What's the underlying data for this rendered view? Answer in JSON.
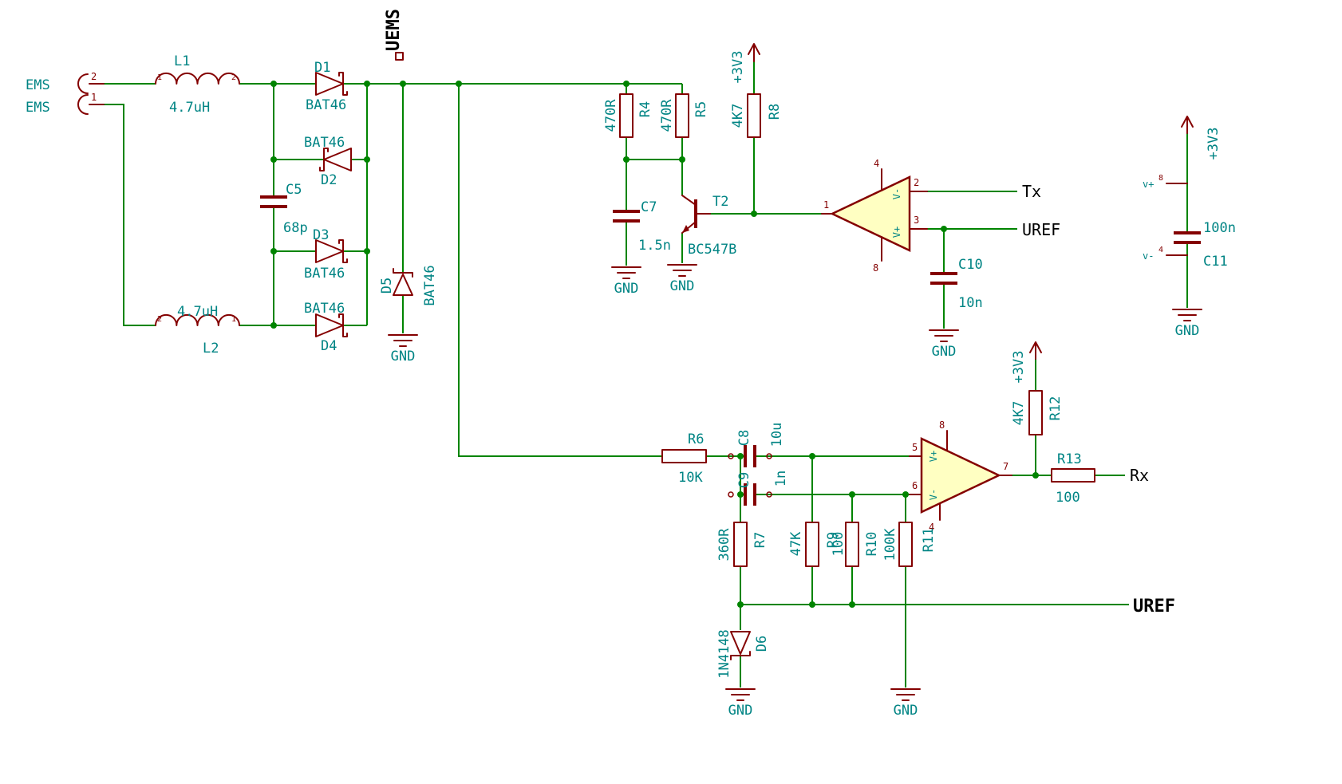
{
  "colors": {
    "wire": "#008400",
    "symbol": "#840000",
    "value": "#008484",
    "label": "#000000",
    "body_fill": "#ffffc2",
    "background": "#ffffff"
  },
  "nets": {
    "uems": "UEMS",
    "tx": "Tx",
    "uref": "UREF",
    "rx": "Rx",
    "uref2": "UREF"
  },
  "power": {
    "v33": "+3V3",
    "gnd": "GND"
  },
  "connector": {
    "label_top": "EMS",
    "label_bottom": "EMS",
    "pin_top": "2",
    "pin_bottom": "1"
  },
  "inductors": {
    "L1": {
      "name": "L1",
      "value": "4.7uH",
      "pin_left": "1",
      "pin_right": "2"
    },
    "L2": {
      "name": "L2",
      "value": "4.7uH",
      "pin_left": "2",
      "pin_right": "1"
    }
  },
  "diodes": {
    "D1": {
      "name": "D1",
      "value": "BAT46"
    },
    "D2": {
      "name": "D2",
      "value": "BAT46"
    },
    "D3": {
      "name": "D3",
      "value": "BAT46"
    },
    "D4": {
      "name": "D4",
      "value": "BAT46"
    },
    "D5": {
      "name": "D5",
      "value": "BAT46"
    },
    "D6": {
      "name": "D6",
      "value": "1N4148"
    }
  },
  "capacitors": {
    "C5": {
      "name": "C5",
      "value": "68p"
    },
    "C7": {
      "name": "C7",
      "value": "1.5n"
    },
    "C8": {
      "name": "C8",
      "value": "10u"
    },
    "C9": {
      "name": "C9",
      "value": "1n"
    },
    "C10": {
      "name": "C10",
      "value": "10n"
    },
    "C11": {
      "name": "C11",
      "value": "100n"
    }
  },
  "resistors": {
    "R4": {
      "name": "R4",
      "value": "470R"
    },
    "R5": {
      "name": "R5",
      "value": "470R"
    },
    "R6": {
      "name": "R6",
      "value": "10K"
    },
    "R7": {
      "name": "R7",
      "value": "360R"
    },
    "R8": {
      "name": "R8",
      "value": "4K7"
    },
    "R9": {
      "name": "R9",
      "value": "47K"
    },
    "R10": {
      "name": "R10",
      "value": "100"
    },
    "R11": {
      "name": "R11",
      "value": "100K"
    },
    "R12": {
      "name": "R12",
      "value": "4K7"
    },
    "R13": {
      "name": "R13",
      "value": "100"
    }
  },
  "transistor": {
    "name": "T2",
    "value": "BC547B"
  },
  "opamp1": {
    "pin_out": "1",
    "pin_inv": "2",
    "pin_noninv": "3",
    "pin_top": "4",
    "pin_bottom": "8",
    "name_plus": "V+",
    "name_minus": "V-"
  },
  "opamp2": {
    "pin_noninv": "5",
    "pin_inv": "6",
    "pin_out": "7",
    "pin_top": "8",
    "pin_bottom": "4",
    "name_plus": "V+",
    "name_minus": "V-"
  },
  "power_pins": {
    "vplus": "v+",
    "vplus_num": "8",
    "vminus": "v-",
    "vminus_num": "4"
  }
}
